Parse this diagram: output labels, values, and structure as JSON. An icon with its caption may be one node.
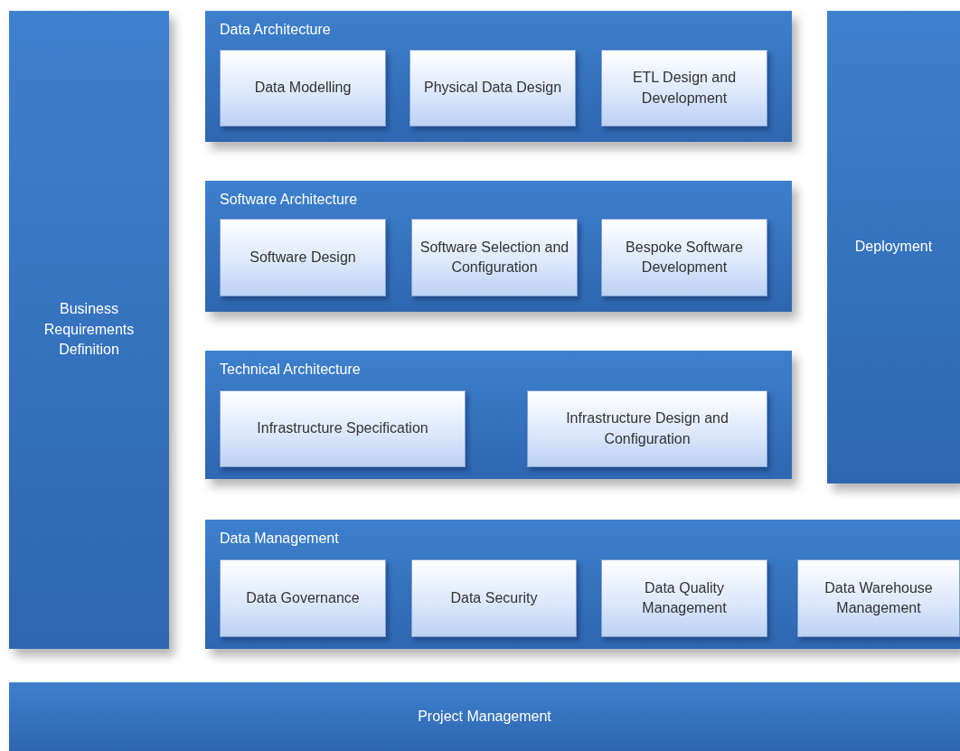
{
  "diagram": {
    "nodes": [
      {
        "text": [
          "Business Requirements Definition"
        ]
      },
      {
        "text": [
          "Data Architecture"
        ]
      },
      {
        "text": [
          "Data Modelling"
        ],
        "in": 1
      },
      {
        "text": [
          "Physical Data Design"
        ],
        "in": 1
      },
      {
        "text": [
          "ETL Design and Development"
        ],
        "in": 1
      },
      {
        "text": [
          "Software Architecture"
        ]
      },
      {
        "text": [
          "Software Design"
        ],
        "in": 5
      },
      {
        "text": [
          "Software Selection and Configuration"
        ],
        "in": 5
      },
      {
        "text": [
          "Bespoke Software Development"
        ],
        "in": 5
      },
      {
        "text": [
          "Technical Architecture"
        ]
      },
      {
        "text": [
          "Infrastructure Specification"
        ],
        "in": 9
      },
      {
        "text": [
          "Infrastructure Design and Configuration"
        ],
        "in": 9
      },
      {
        "text": [
          "Deployment"
        ]
      },
      {
        "text": [
          "Data Management"
        ]
      },
      {
        "text": [
          "Data Governance"
        ],
        "in": 13
      },
      {
        "text": [
          "Data Security"
        ],
        "in": 13
      },
      {
        "text": [
          "Data Quality Management"
        ],
        "in": 13
      },
      {
        "text": [
          "Data Warehouse Management"
        ],
        "in": 13
      },
      {
        "text": [
          "Project Management"
        ]
      }
    ]
  }
}
